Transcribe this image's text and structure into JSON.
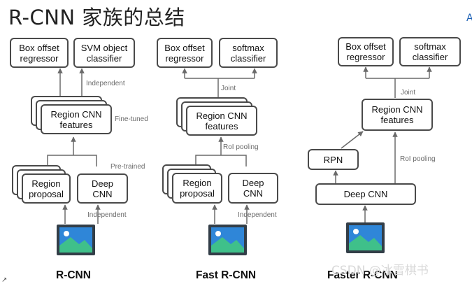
{
  "title": "R-CNN 家族的总结",
  "columns": {
    "rcnn": {
      "name": "R-CNN",
      "box_offset": "Box offset\nregressor",
      "classifier": "SVM object\nclassifier",
      "features": "Region CNN\nfeatures",
      "proposal": "Region\nproposal",
      "deep": "Deep\nCNN",
      "lbl_independent_top": "Independent",
      "lbl_finetuned": "Fine-tuned",
      "lbl_pretrained": "Pre-trained",
      "lbl_independent_bottom": "Independent"
    },
    "fast": {
      "name": "Fast R-CNN",
      "box_offset": "Box offset\nregressor",
      "classifier": "softmax\nclassifier",
      "features": "Region CNN\nfeatures",
      "proposal": "Region\nproposal",
      "deep": "Deep\nCNN",
      "lbl_joint": "Joint",
      "lbl_roi": "RoI pooling",
      "lbl_independent": "Independent"
    },
    "faster": {
      "name": "Faster R-CNN",
      "box_offset": "Box offset\nregressor",
      "classifier": "softmax\nclassifier",
      "features": "Region CNN\nfeatures",
      "rpn": "RPN",
      "deep": "Deep CNN",
      "lbl_joint": "Joint",
      "lbl_roi": "RoI pooling"
    }
  },
  "watermark": "CSDN @冰雪棋书",
  "edge_glyph": "A",
  "corner_glyph": "↗",
  "colors": {
    "box_border": "#4a4a4a",
    "line": "#6a6a6a",
    "label": "#6b6b6b",
    "image_frame": "#333e48",
    "image_sky": "#2f86d8",
    "image_hill": "#3fc08a"
  }
}
